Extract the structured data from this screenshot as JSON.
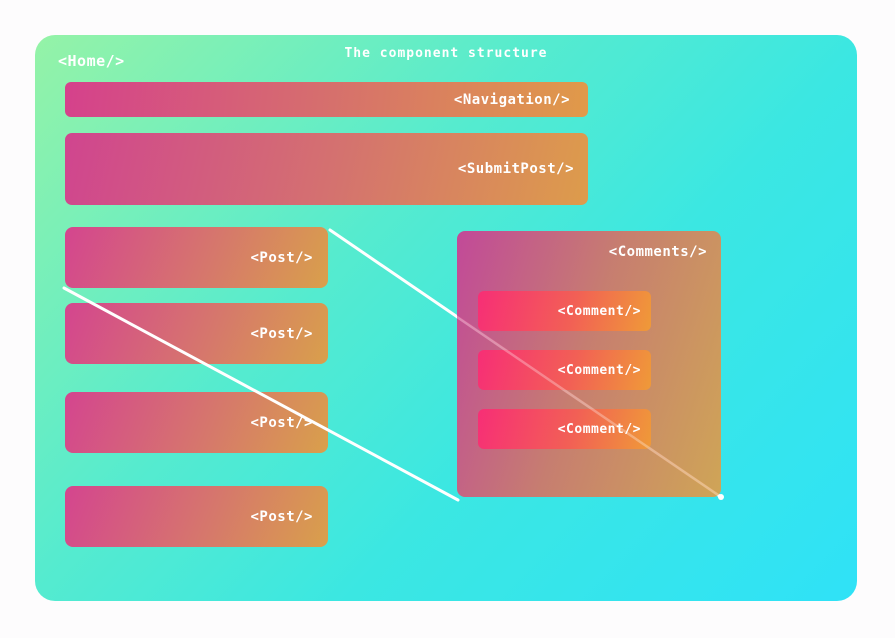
{
  "page": {
    "title": "The component structure"
  },
  "home": {
    "label": "<Home/>"
  },
  "navigation": {
    "label": "<Navigation/>"
  },
  "submit_post": {
    "label": "<SubmitPost/>"
  },
  "posts": [
    {
      "label": "<Post/>"
    },
    {
      "label": "<Post/>"
    },
    {
      "label": "<Post/>"
    },
    {
      "label": "<Post/>"
    }
  ],
  "comments": {
    "label": "<Comments/>",
    "items": [
      {
        "label": "<Comment/>"
      },
      {
        "label": "<Comment/>"
      },
      {
        "label": "<Comment/>"
      }
    ]
  },
  "palette": {
    "page_background": "#fdfcfd",
    "home_gradient_start": "#95f3a7",
    "home_gradient_end": "#2fe2f7",
    "bar_gradient_start": "#d4458f",
    "bar_gradient_end": "#d9a04b",
    "comment_gradient_start": "#f72e76",
    "comment_gradient_end": "#ef9a38",
    "text_color": "#ffffff",
    "connector_color": "#ffffff"
  }
}
